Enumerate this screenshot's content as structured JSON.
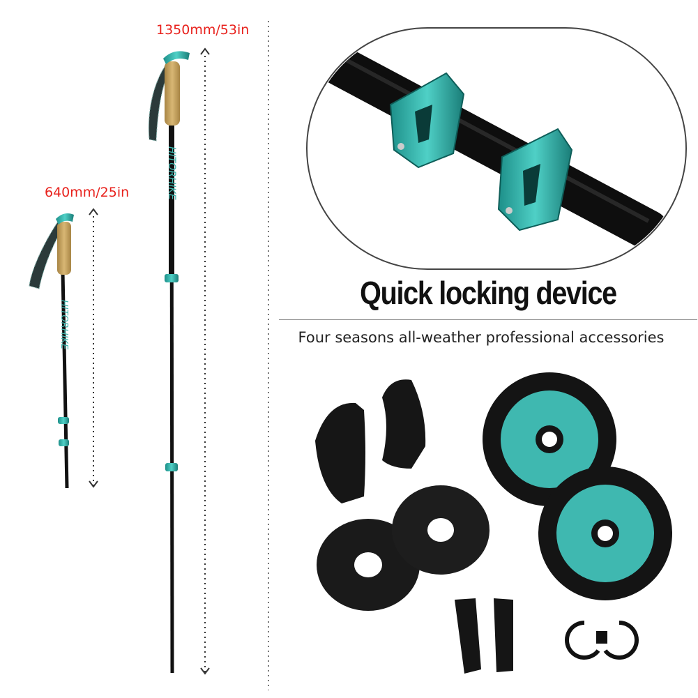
{
  "measurements": {
    "extended_length": "1350mm/53in",
    "collapsed_length": "640mm/25in"
  },
  "feature": {
    "headline": "Quick locking device",
    "subheadline": "Four seasons all-weather professional accessories"
  },
  "brand": {
    "pole_print": "HITORHIKE"
  },
  "colors": {
    "accent_teal": "#3fb8b0",
    "label_red": "#e8221d",
    "pole_black": "#111111",
    "cork": "#c9a561"
  }
}
